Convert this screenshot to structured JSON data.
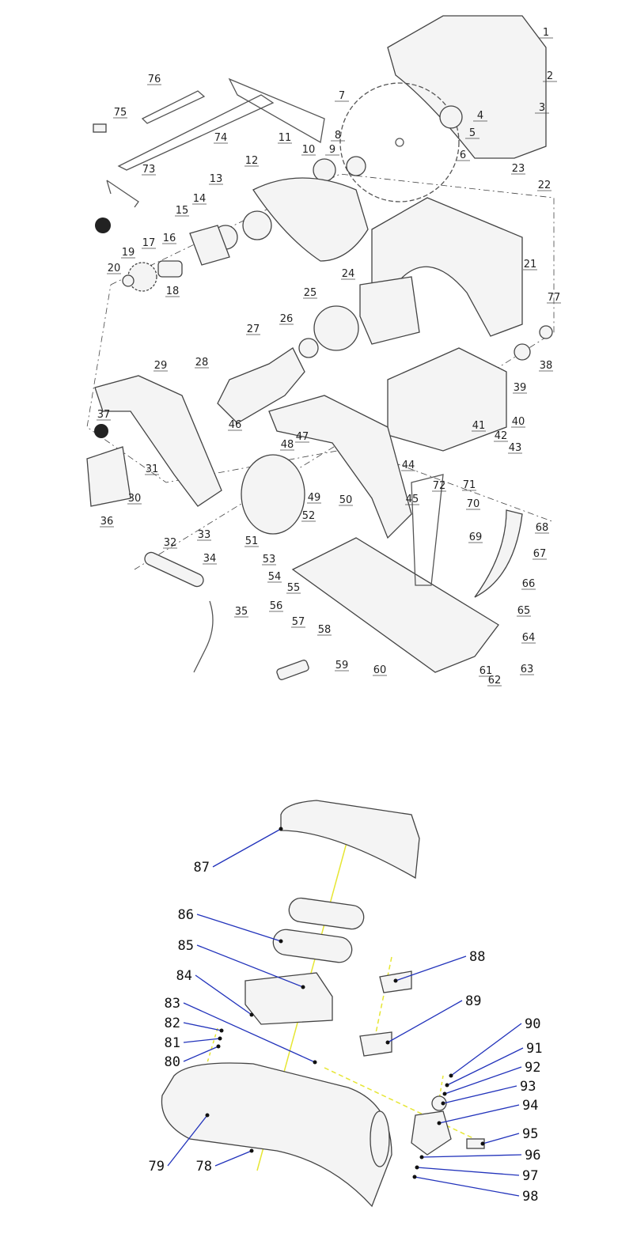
{
  "title": "Exploded parts diagram",
  "upper_part_labels": [
    "1",
    "2",
    "3",
    "4",
    "5",
    "6",
    "7",
    "8",
    "9",
    "10",
    "11",
    "12",
    "13",
    "14",
    "15",
    "16",
    "17",
    "18",
    "19",
    "20",
    "21",
    "22",
    "23",
    "24",
    "25",
    "26",
    "27",
    "28",
    "29",
    "30",
    "31",
    "32",
    "33",
    "34",
    "35",
    "36",
    "37",
    "38",
    "39",
    "40",
    "41",
    "42",
    "43",
    "44",
    "45",
    "46",
    "47",
    "48",
    "49",
    "50",
    "51",
    "52",
    "53",
    "54",
    "55",
    "56",
    "57",
    "58",
    "59",
    "60",
    "61",
    "62",
    "63",
    "64",
    "65",
    "66",
    "67",
    "68",
    "69",
    "70",
    "71",
    "72",
    "73",
    "74",
    "75",
    "76",
    "77"
  ],
  "lower_part_labels": [
    "78",
    "79",
    "80",
    "81",
    "82",
    "83",
    "84",
    "85",
    "86",
    "87",
    "88",
    "89",
    "90",
    "91",
    "92",
    "93",
    "94",
    "95",
    "96",
    "97",
    "98"
  ],
  "colors": {
    "leader_lower": "#2233bb",
    "axis_lower": "#e6e633"
  }
}
